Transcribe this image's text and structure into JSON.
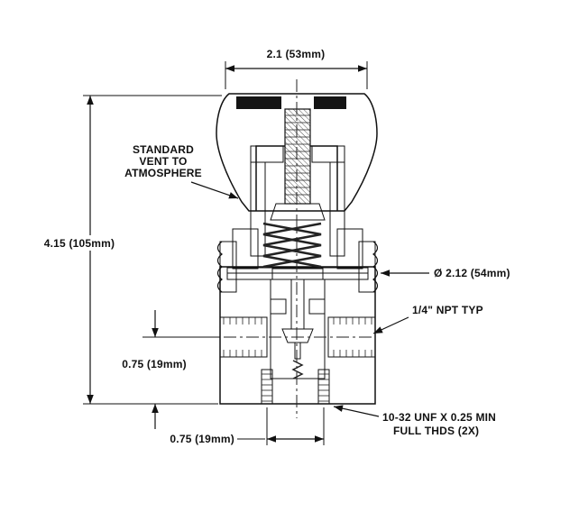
{
  "page": {
    "background": "#ffffff",
    "ink": "#111111"
  },
  "callouts": {
    "vent": {
      "line1": "STANDARD",
      "line2": "VENT TO",
      "line3": "ATMOSPHERE"
    },
    "npt": "1/4\" NPT TYP",
    "mounting": {
      "line1": "10-32 UNF X 0.25 MIN",
      "line2": "FULL THDS (2X)"
    }
  },
  "dimensions": {
    "cap_width": "2.1 (53mm)",
    "overall_height": "4.15 (105mm)",
    "body_diameter": "Ø 2.12 (54mm)",
    "port_center_height": "0.75 (19mm)",
    "mount_hole_spacing": "0.75 (19mm)"
  }
}
